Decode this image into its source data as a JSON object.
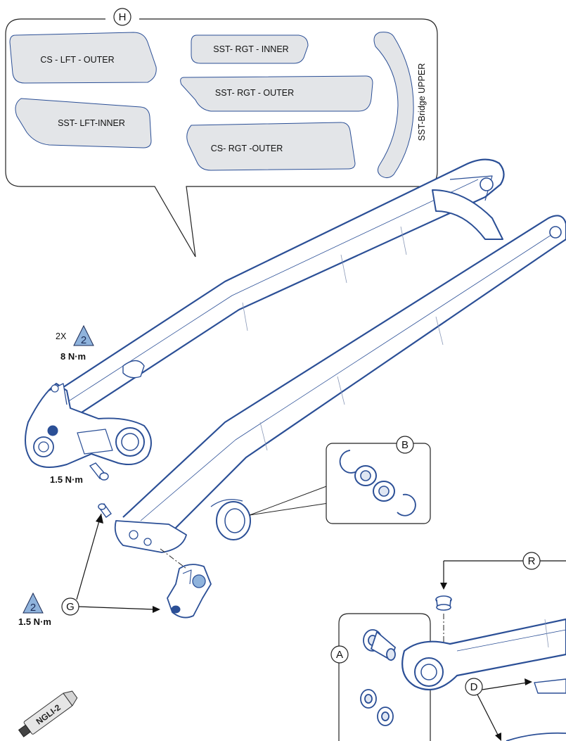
{
  "callouts": {
    "H": "H",
    "B": "B",
    "G": "G",
    "R": "R",
    "A": "A",
    "D": "D"
  },
  "decals": {
    "cs_lft_outer": "CS - LFT - OUTER",
    "sst_lft_inner": "SST- LFT-INNER",
    "sst_rgt_inner": "SST- RGT - INNER",
    "sst_rgt_outer": "SST- RGT - OUTER",
    "cs_rgt_outer": "CS- RGT -OUTER",
    "sst_bridge_upper": "SST-Bridge UPPER"
  },
  "torque": {
    "qty_2x": "2X",
    "tool_size_1": "2",
    "value_8nm": "8 N·m",
    "value_15nm_bolt": "1.5 N·m",
    "tool_size_2": "2",
    "value_15nm_g": "1.5 N·m"
  },
  "grease": {
    "label": "NGLI-2"
  },
  "colors": {
    "frame_blue": "#2b4f96",
    "decal_fill": "#e3e5e8",
    "triangle_fill": "#8fb3dc",
    "line": "#111111"
  }
}
